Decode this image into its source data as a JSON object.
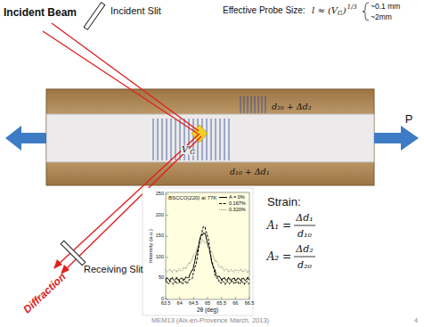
{
  "diagram": {
    "labels": [
      "Incident Beam",
      "Incident Slit",
      "Effective Probe Size:",
      "l ≈ (V",
      "G",
      ")",
      "1/3",
      "~0.1 mm",
      "~2mm",
      "d₂₀ + Δd₂",
      "V",
      "G",
      "d₁₀ + Δd₁",
      "P",
      "Receiving Slit",
      "Diffraction",
      "BSCCO(220) at 77K",
      "Intensity (a.u.)",
      "2θ (deg)",
      "0",
      "50",
      "100",
      "150",
      "200",
      "250",
      "63.5",
      "64",
      "64.5",
      "65",
      "65.5",
      "66",
      "66.5",
      "Strain:",
      "A₁ =",
      "Δd₁",
      "d₁₀",
      "A₂ =",
      "Δd₂",
      "d₂₀",
      "MEM13 (Aix-en-Provence March, 2013)",
      "4"
    ],
    "legend": [
      {
        "text": "A = 0%"
      },
      {
        "text": "0.167%"
      },
      {
        "text": "0.320%"
      }
    ]
  }
}
